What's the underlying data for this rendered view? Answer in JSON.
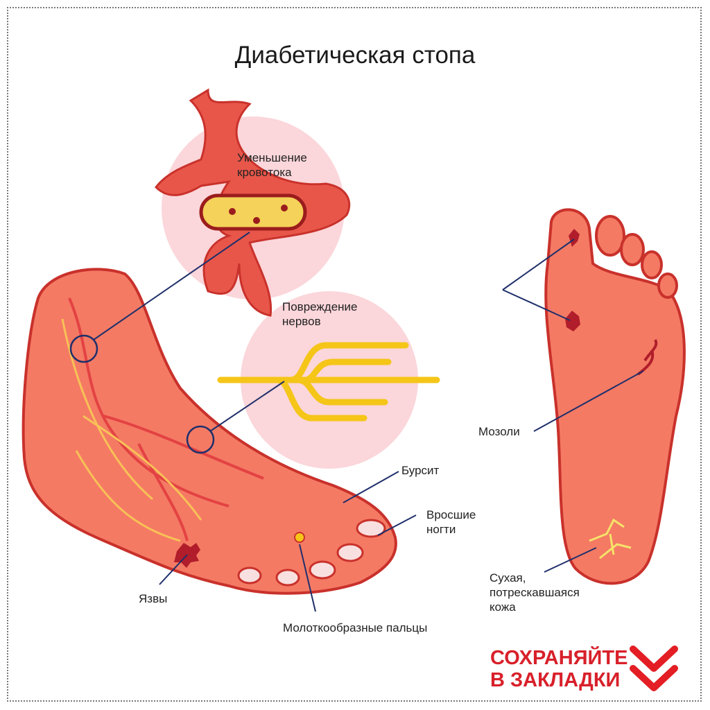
{
  "title": "Диабетическая стопа",
  "labels": {
    "blood_flow": [
      "Уменьшение",
      "кровотока"
    ],
    "nerve_damage": [
      "Повреждение",
      "нервов"
    ],
    "bursitis": "Бурсит",
    "ingrown_nails": [
      "Вросшие",
      "ногти"
    ],
    "ulcers": "Язвы",
    "hammer_toes": "Молоткообразные пальцы",
    "calluses": "Мозоли",
    "dry_skin": [
      "Сухая,",
      "потрескавшаяся",
      "кожа"
    ]
  },
  "save_banner": {
    "line1": "СОХРАНЯЙТЕ",
    "line2": "В ЗАКЛАДКИ",
    "icon": "double-chevron-down-icon",
    "color": "#d8202a"
  },
  "colors": {
    "skin": "#f47a64",
    "skin_dark": "#e0553f",
    "outline": "#c9312b",
    "circle": "#fbd6da",
    "nerve": "#f5c518",
    "pointer": "#1f2f6b"
  }
}
